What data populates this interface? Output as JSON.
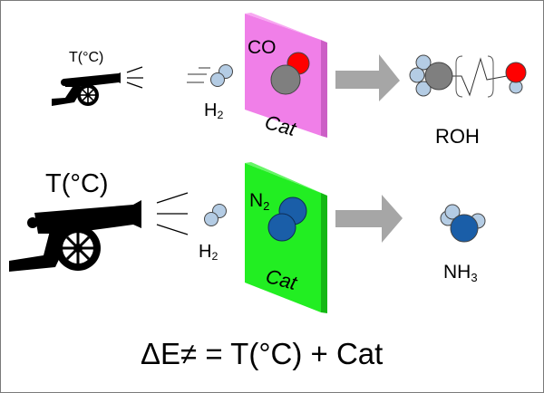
{
  "row1": {
    "cannon_label": "T(°C)",
    "reactant": "H",
    "reactant_sub": "2",
    "adsorbate": "CO",
    "catalyst_label": "Cat",
    "product": "ROH",
    "catalyst_color": "#f07fe8"
  },
  "row2": {
    "cannon_label": "T(°C)",
    "reactant": "H",
    "reactant_sub": "2",
    "adsorbate": "N",
    "adsorbate_sub": "2",
    "catalyst_label": "Cat",
    "product": "NH",
    "product_sub": "3",
    "catalyst_color": "#22ee22"
  },
  "equation": "ΔE≠ = T(°C) + Cat",
  "colors": {
    "hydrogen": "#b4cce4",
    "carbon": "#7f7f7f",
    "oxygen": "#ff0000",
    "nitrogen": "#1a5ea8",
    "arrow": "#a6a6a6"
  }
}
